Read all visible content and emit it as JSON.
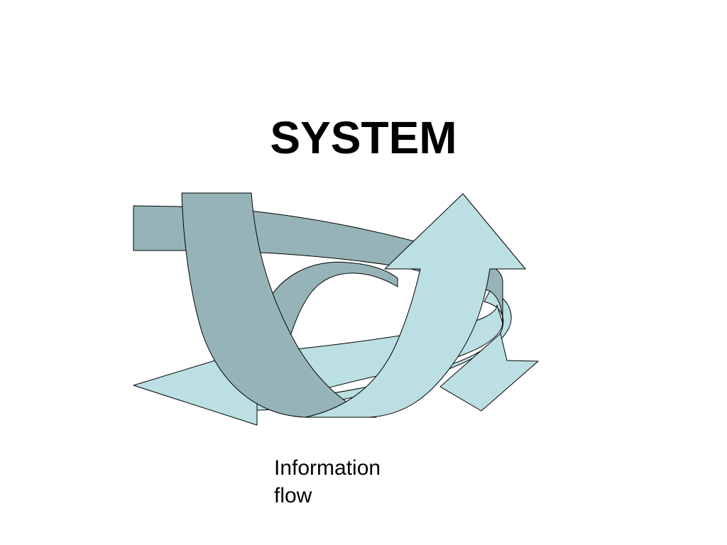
{
  "slide": {
    "title": "SYSTEM",
    "caption_line1": "Information",
    "caption_line2": "flow"
  },
  "diagram": {
    "icon": "cyclic-arrows-icon",
    "colors": {
      "dark_arrow": "#96b4b7",
      "light_arrow": "#bbdfe3",
      "outline": "#000000"
    }
  }
}
